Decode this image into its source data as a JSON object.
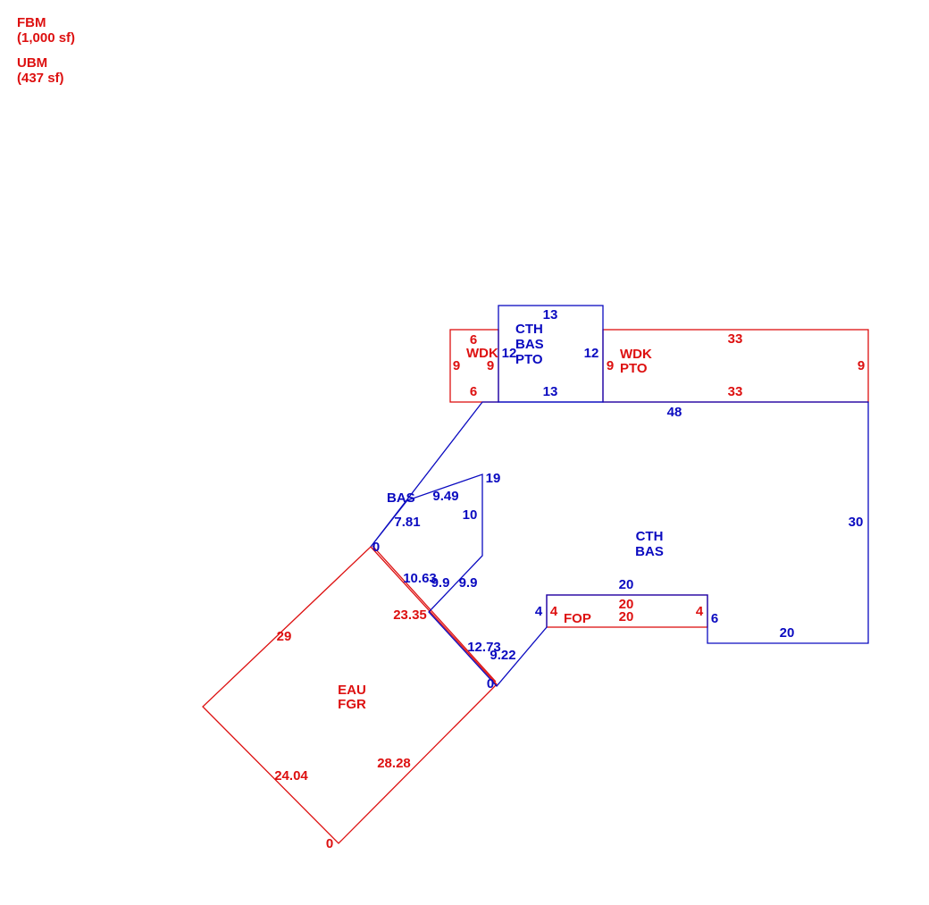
{
  "colors": {
    "red": "#dd1010",
    "blue": "#0a0ac0"
  },
  "legend": [
    {
      "code": "FBM",
      "area": "(1,000 sf)"
    },
    {
      "code": "UBM",
      "area": "(437 sf)"
    }
  ],
  "areas": {
    "main": [
      "CTH",
      "BAS"
    ],
    "top_center": [
      "CTH",
      "BAS",
      "PTO"
    ],
    "top_right_deck": [
      "WDK",
      "PTO"
    ],
    "top_left_deck": [
      "WDK"
    ],
    "bay": [
      "BAS"
    ],
    "porch": [
      "FOP"
    ],
    "garage": [
      "EAU",
      "FGR"
    ]
  },
  "dimensions": {
    "top_center_top": "13",
    "top_center_bottom": "13",
    "top_center_left": "12",
    "top_center_right": "12",
    "left_deck_top": "6",
    "left_deck_bottom": "6",
    "left_deck_left": "9",
    "left_deck_right": "9",
    "right_deck_top": "33",
    "right_deck_bottom": "33",
    "right_deck_left": "9",
    "right_deck_right": "9",
    "main_top": "48",
    "main_right": "30",
    "main_bottom": "20",
    "notch_right": "6",
    "porch_top": "20",
    "porch_left_blue": "4",
    "porch_left_red": "4",
    "porch_right_red": "4",
    "porch_inner_top": "20",
    "porch_inner_bottom": "20",
    "left_upper_vertical": "19",
    "left_mid_vertical": "10",
    "bay_top": "9.49",
    "bay_left": "7.81",
    "bay_zero": "0",
    "diag_a": "10.63",
    "diag_b": "9.9",
    "diag_c": "9.9",
    "garage_inner": "23.35",
    "diag_d": "12.73",
    "diag_e": "9.22",
    "lower_zero": "0",
    "garage_upper_left": "29",
    "garage_lower_left": "24.04",
    "garage_lower_right": "28.28",
    "garage_bottom_zero": "0"
  }
}
